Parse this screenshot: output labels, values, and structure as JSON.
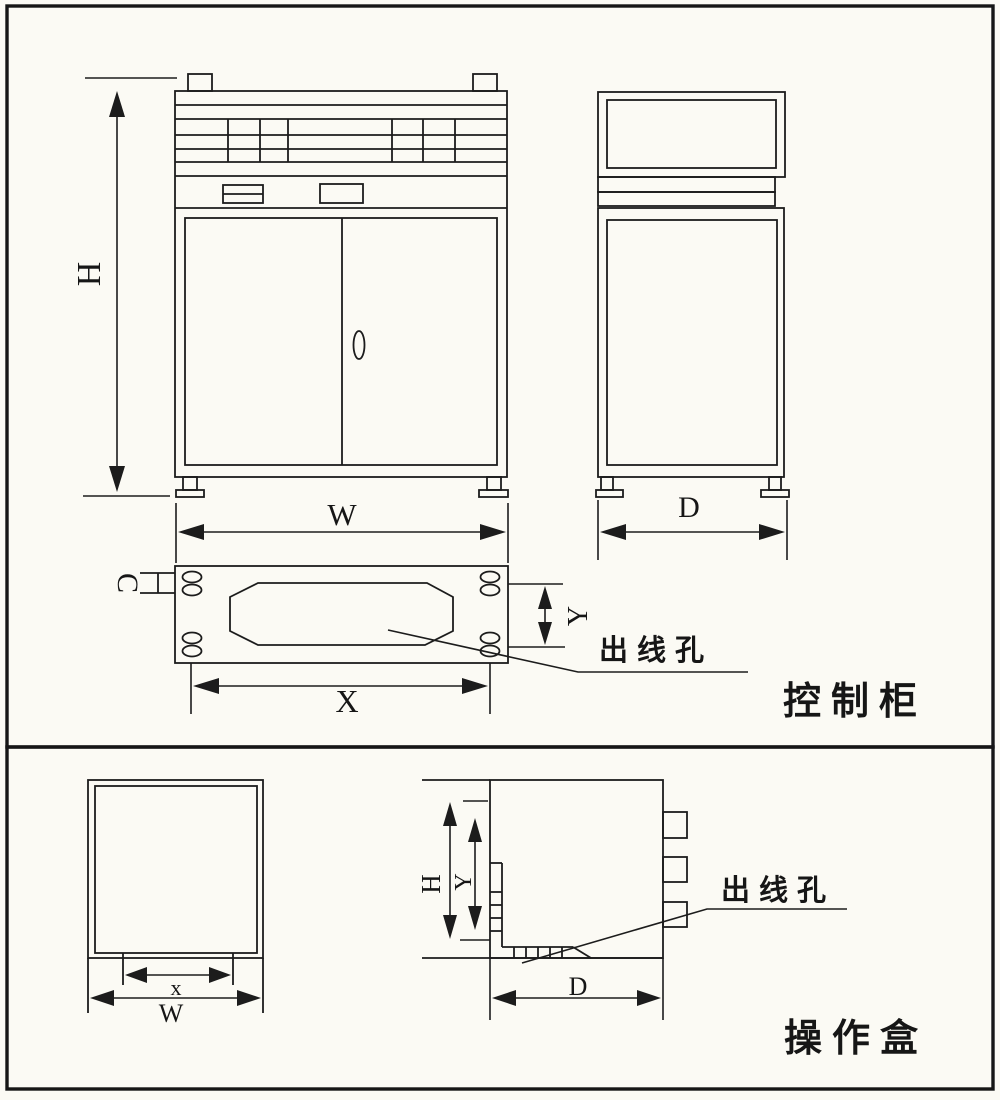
{
  "drawing": {
    "accent_color": "#1c1c1c",
    "background_color": "#fbfaf4",
    "panels": {
      "control_cabinet": {
        "label": "控制柜",
        "callout": "出线孔",
        "dims": {
          "height": "H",
          "width": "W",
          "depth": "D",
          "bottom_cutout_width": "X",
          "bottom_cutout_height": "Y",
          "gland_size": "C"
        }
      },
      "operation_box": {
        "label": "操作盒",
        "callout": "出线孔",
        "dims": {
          "height": "H",
          "width": "W",
          "depth": "D",
          "inner_width": "x",
          "outlet_height": "Y"
        }
      }
    }
  }
}
